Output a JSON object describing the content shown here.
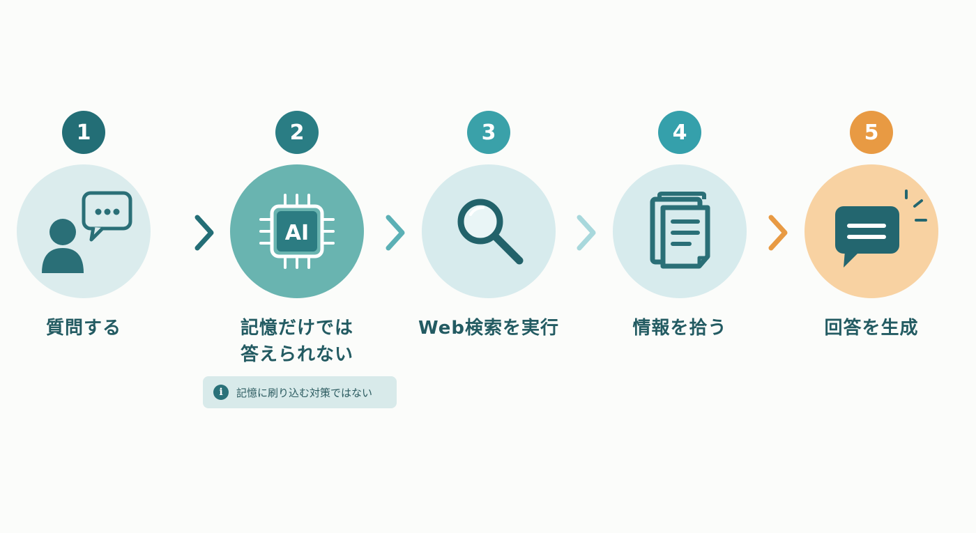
{
  "steps": [
    {
      "number": "1",
      "label_lines": [
        "質問する"
      ],
      "icon": "person-chat-icon",
      "badge_color": "#236e76",
      "circle_color": "#dbeced"
    },
    {
      "number": "2",
      "label_lines": [
        "記憶だけでは",
        "答えられない"
      ],
      "icon": "ai-chip-icon",
      "badge_color": "#2a7d84",
      "circle_color": "#69b4b0"
    },
    {
      "number": "3",
      "label_lines": [
        "Web検索を実行"
      ],
      "icon": "magnifier-icon",
      "badge_color": "#3aa1a9",
      "circle_color": "#d7ebed"
    },
    {
      "number": "4",
      "label_lines": [
        "情報を拾う"
      ],
      "icon": "documents-icon",
      "badge_color": "#35a0ab",
      "circle_color": "#d7ebed"
    },
    {
      "number": "5",
      "label_lines": [
        "回答を生成"
      ],
      "icon": "answer-bubble-icon",
      "badge_color": "#e89a43",
      "circle_color": "#f8d2a2"
    }
  ],
  "chip_text": "AI",
  "note": {
    "icon": "info-icon",
    "glyph": "i",
    "text": "記憶に刷り込む対策ではない"
  },
  "colors": {
    "text": "#235b62",
    "chevrons": [
      "#236e76",
      "#5bb0b5",
      "#a8d8dc",
      "#e89a43"
    ]
  }
}
